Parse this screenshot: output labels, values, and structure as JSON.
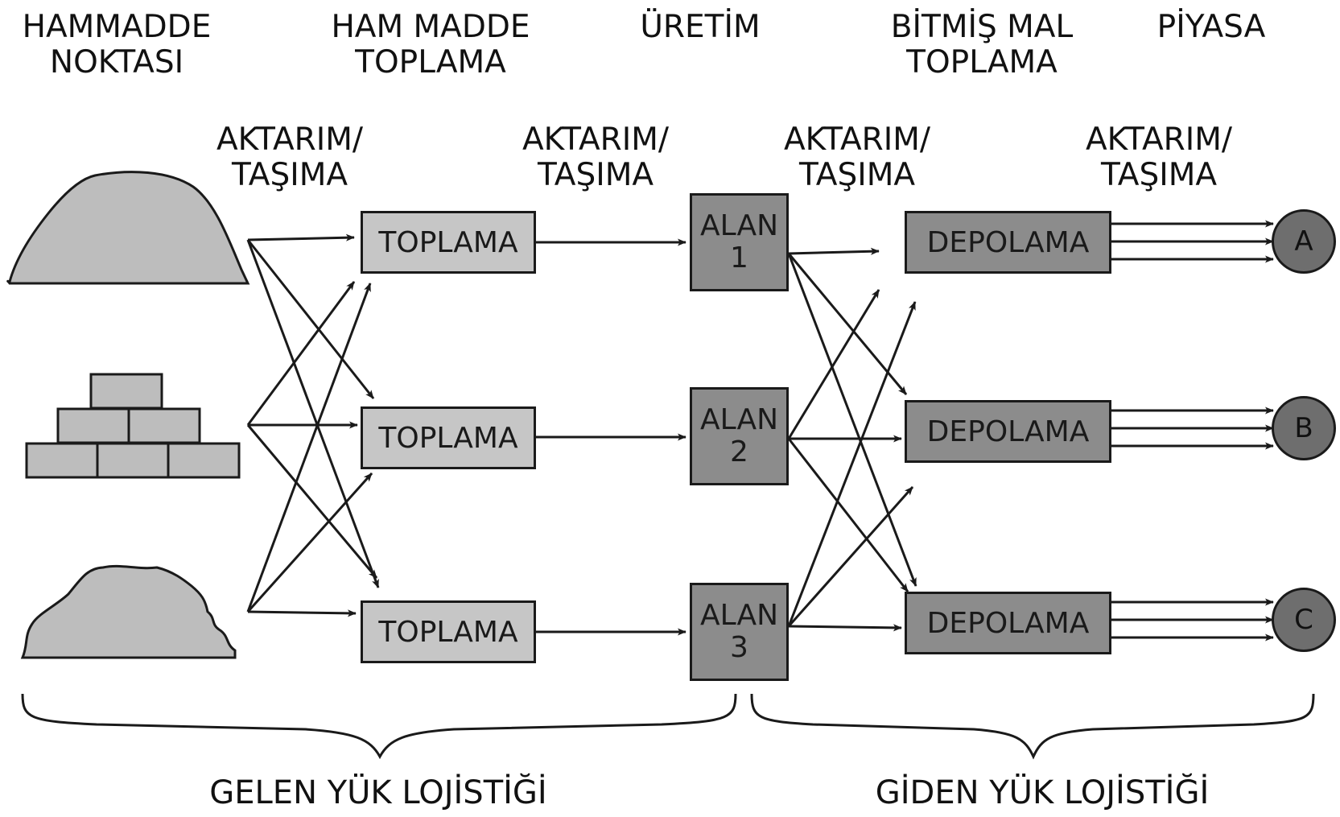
{
  "headers": {
    "raw_point": [
      "HAMMADDE",
      "NOKTASI"
    ],
    "raw_collection": [
      "HAM MADDE",
      "TOPLAMA"
    ],
    "production": "ÜRETİM",
    "finished_collection": [
      "BİTMİŞ MAL",
      "TOPLAMA"
    ],
    "market": "PİYASA"
  },
  "transfer_label": [
    "AKTARIM/",
    "TAŞIMA"
  ],
  "collection_boxes": [
    "TOPLAMA",
    "TOPLAMA",
    "TOPLAMA"
  ],
  "production_sites": [
    {
      "line1": "ALAN",
      "line2": "1"
    },
    {
      "line1": "ALAN",
      "line2": "2"
    },
    {
      "line1": "ALAN",
      "line2": "3"
    }
  ],
  "storage_boxes": [
    "DEPOLAMA",
    "DEPOLAMA",
    "DEPOLAMA"
  ],
  "markets": [
    "A",
    "B",
    "C"
  ],
  "footer": {
    "inbound": "GELEN YÜK LOJİSTİĞİ",
    "outbound": "GİDEN YÜK LOJİSTİĞİ"
  },
  "colors": {
    "light_fill": "#c6c6c6",
    "dark_fill": "#8c8c8c",
    "market_fill": "#6e6e6e",
    "raw_fill": "#bdbdbd",
    "stroke": "#1a1a1a"
  }
}
